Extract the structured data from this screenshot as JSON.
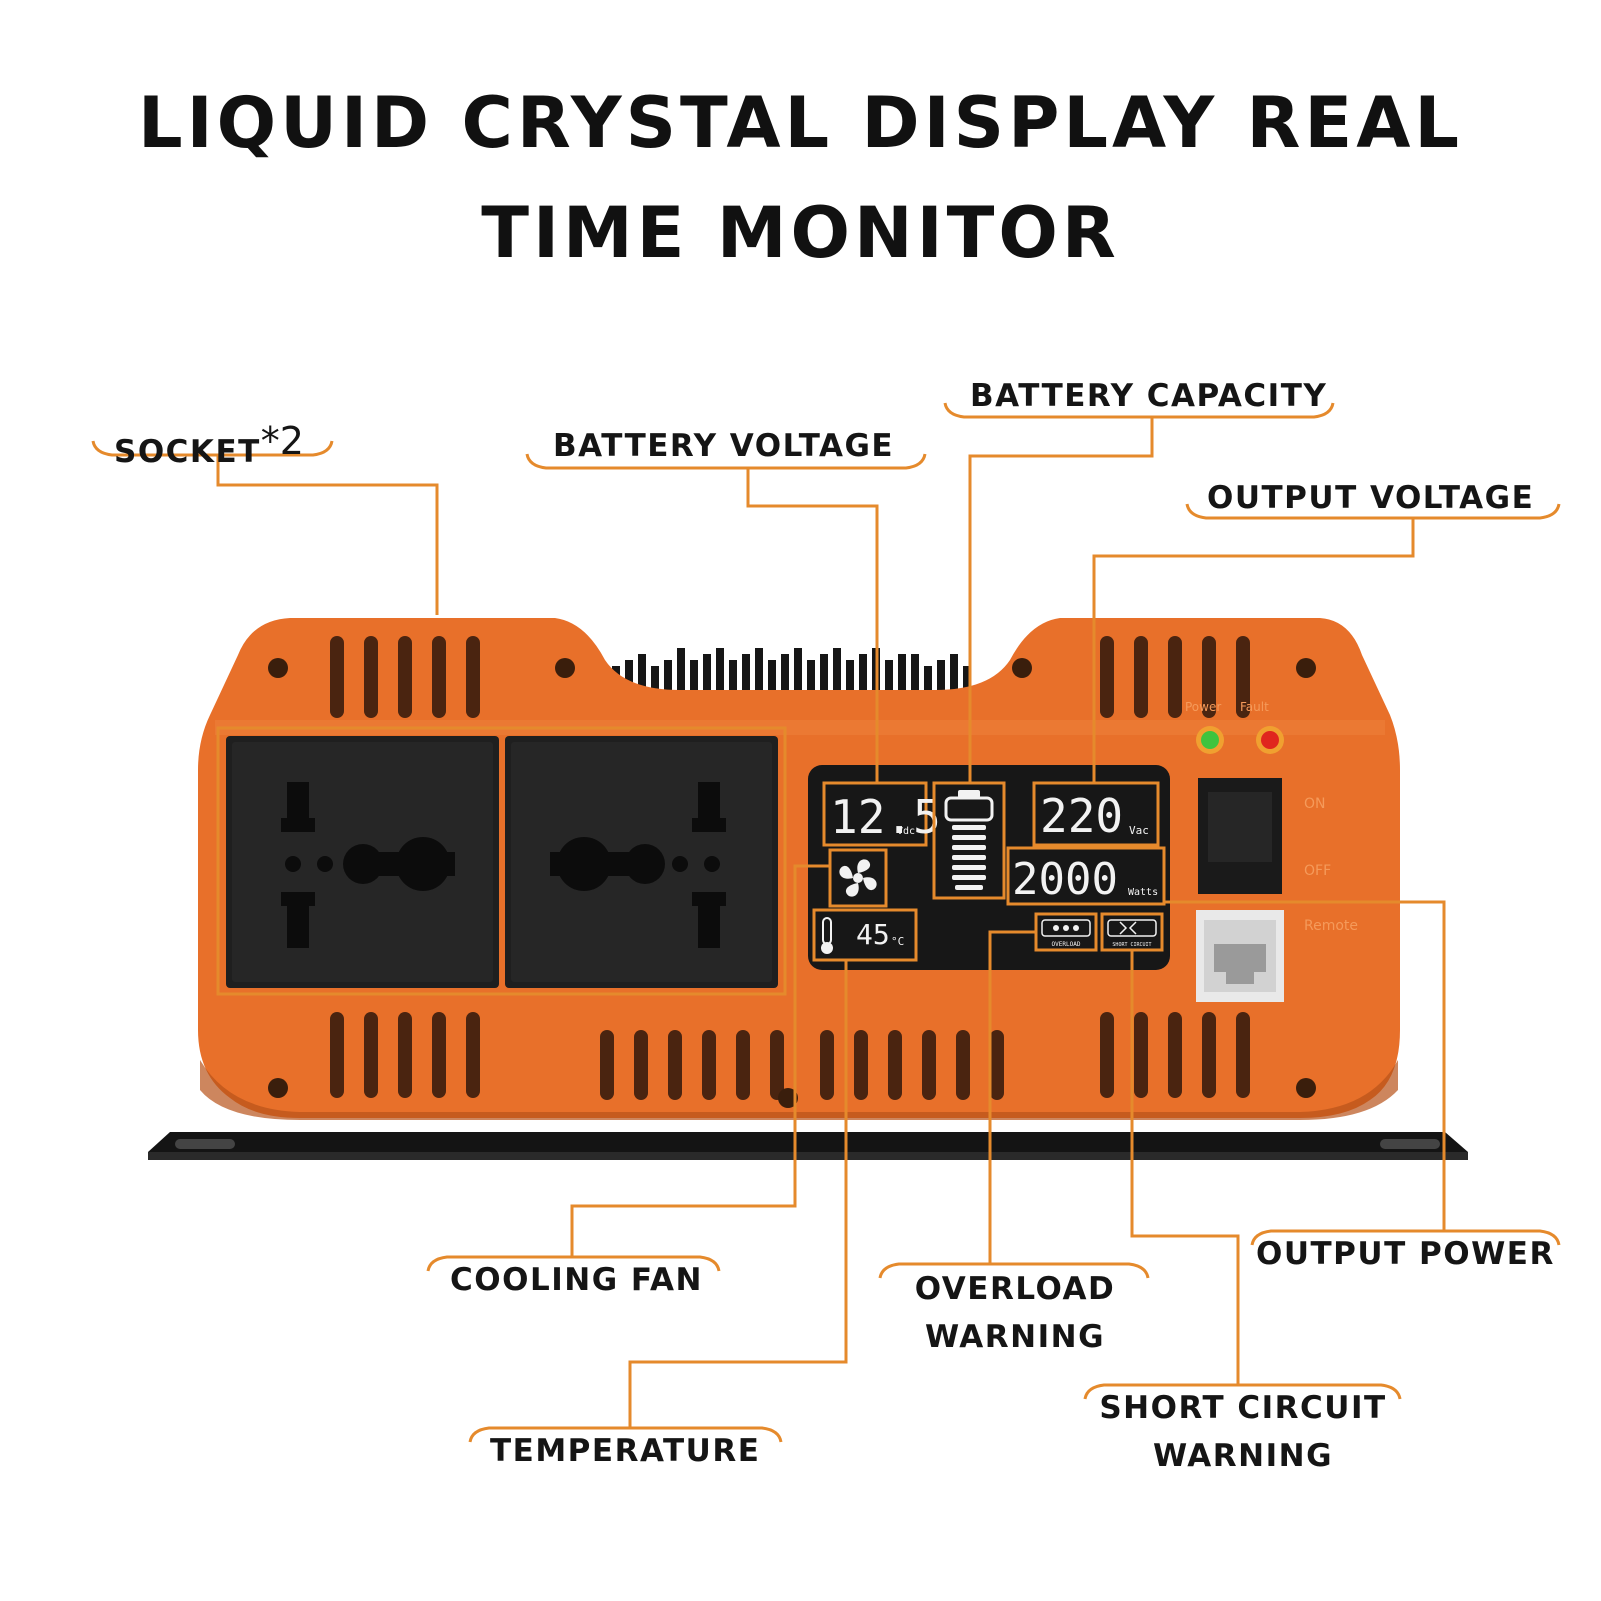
{
  "title": {
    "line1": "LIQUID CRYSTAL DISPLAY REAL",
    "line2": "TIME MONITOR"
  },
  "labels": {
    "socket": {
      "text": "SOCKET",
      "suffix": "*2"
    },
    "battery_voltage": "BATTERY VOLTAGE",
    "battery_capacity": "BATTERY CAPACITY",
    "output_voltage": "OUTPUT VOLTAGE",
    "cooling_fan": "COOLING FAN",
    "temperature": "TEMPERATURE",
    "overload_warning": [
      "OVERLOAD",
      "WARNING"
    ],
    "short_circuit_warning": [
      "SHORT CIRCUIT",
      "WARNING"
    ],
    "output_power": "OUTPUT POWER"
  },
  "display": {
    "battery_voltage": {
      "value": "12.5",
      "unit": "Vdc"
    },
    "output_voltage": {
      "value": "220",
      "unit": "Vac"
    },
    "output_power": {
      "value": "2000",
      "unit": "Watts"
    },
    "temperature": {
      "value": "45",
      "unit": "°C"
    },
    "overload": "OVERLOAD",
    "short_circuit": "SHORT CIRCUIT"
  },
  "panel": {
    "power_led": "Power",
    "fault_led": "Fault",
    "switch_on": "ON",
    "switch_off": "OFF",
    "remote": "Remote"
  },
  "colors": {
    "body": "#e8702a",
    "callout": "#e58a2c",
    "lcd": "#171717",
    "power_led": "#3ec43e",
    "fault_led": "#e0261e"
  }
}
